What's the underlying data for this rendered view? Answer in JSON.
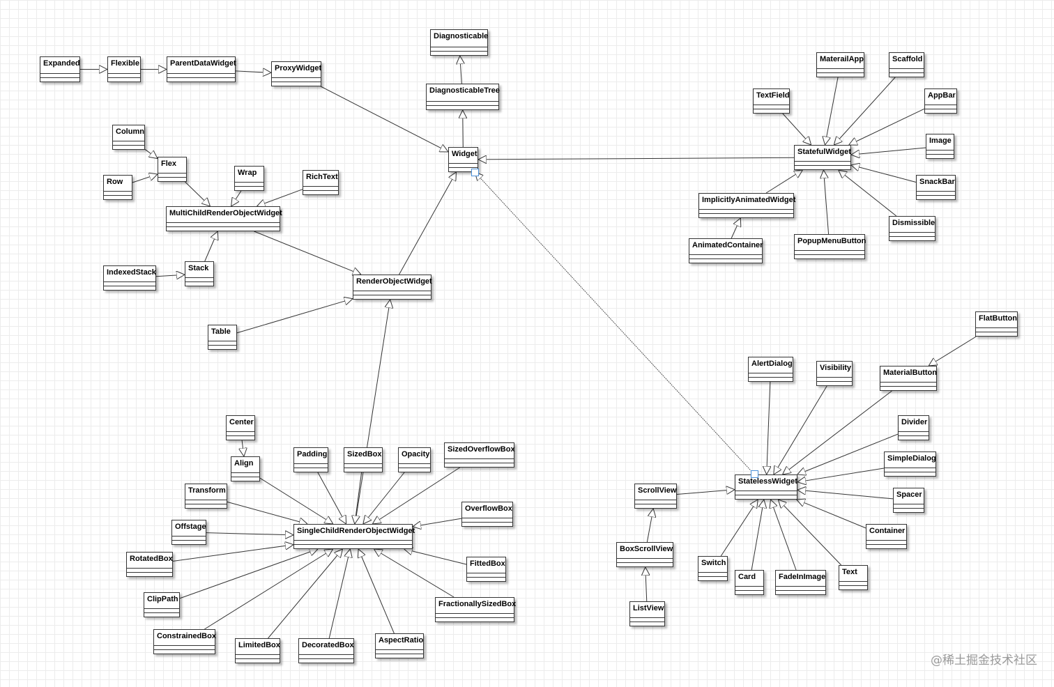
{
  "classes": [
    {
      "id": "Diagnosticable",
      "label": "Diagnosticable"
    },
    {
      "id": "DiagnosticableTree",
      "label": "DiagnosticableTree"
    },
    {
      "id": "Widget",
      "label": "Widget"
    },
    {
      "id": "Expanded",
      "label": "Expanded"
    },
    {
      "id": "Flexible",
      "label": "Flexible"
    },
    {
      "id": "ParentDataWidget",
      "label": "ParentDataWidget"
    },
    {
      "id": "ProxyWidget",
      "label": "ProxyWidget"
    },
    {
      "id": "Column",
      "label": "Column"
    },
    {
      "id": "Flex",
      "label": "Flex"
    },
    {
      "id": "Row",
      "label": "Row"
    },
    {
      "id": "Wrap",
      "label": "Wrap"
    },
    {
      "id": "RichText",
      "label": "RichText"
    },
    {
      "id": "MultiChildRenderObjectWidget",
      "label": "MultiChildRenderObjectWidget"
    },
    {
      "id": "IndexedStack",
      "label": "IndexedStack"
    },
    {
      "id": "Stack",
      "label": "Stack"
    },
    {
      "id": "RenderObjectWidget",
      "label": "RenderObjectWidget"
    },
    {
      "id": "Table",
      "label": "Table"
    },
    {
      "id": "Center",
      "label": "Center"
    },
    {
      "id": "Align",
      "label": "Align"
    },
    {
      "id": "Padding",
      "label": "Padding"
    },
    {
      "id": "SizedBox",
      "label": "SizedBox"
    },
    {
      "id": "Opacity",
      "label": "Opacity"
    },
    {
      "id": "SizedOverflowBox",
      "label": "SizedOverflowBox"
    },
    {
      "id": "Transform",
      "label": "Transform"
    },
    {
      "id": "OverflowBox",
      "label": "OverflowBox"
    },
    {
      "id": "Offstage",
      "label": "Offstage"
    },
    {
      "id": "SingleChildRenderObjectWidget",
      "label": "SingleChildRenderObjectWidget"
    },
    {
      "id": "RotatedBox",
      "label": "RotatedBox"
    },
    {
      "id": "FittedBox",
      "label": "FittedBox"
    },
    {
      "id": "ClipPath",
      "label": "ClipPath"
    },
    {
      "id": "FractionallySizedBox",
      "label": "FractionallySizedBox"
    },
    {
      "id": "ConstrainedBox",
      "label": "ConstrainedBox"
    },
    {
      "id": "LimitedBox",
      "label": "LimitedBox"
    },
    {
      "id": "DecoratedBox",
      "label": "DecoratedBox"
    },
    {
      "id": "AspectRatio",
      "label": "AspectRatio"
    },
    {
      "id": "MaterailApp",
      "label": "MaterailApp"
    },
    {
      "id": "Scaffold",
      "label": "Scaffold"
    },
    {
      "id": "TextField",
      "label": "TextField"
    },
    {
      "id": "AppBar",
      "label": "AppBar"
    },
    {
      "id": "StatefulWidget",
      "label": "StatefulWidget"
    },
    {
      "id": "Image",
      "label": "Image"
    },
    {
      "id": "SnackBar",
      "label": "SnackBar"
    },
    {
      "id": "ImplicitlyAnimatedWidget",
      "label": "ImplicitlyAnimatedWidget"
    },
    {
      "id": "Dismissible",
      "label": "Dismissible"
    },
    {
      "id": "AnimatedContainer",
      "label": "AnimatedContainer"
    },
    {
      "id": "PopupMenuButton",
      "label": "PopupMenuButton"
    },
    {
      "id": "FlatButton",
      "label": "FlatButton"
    },
    {
      "id": "AlertDialog",
      "label": "AlertDialog"
    },
    {
      "id": "Visibility",
      "label": "Visibility"
    },
    {
      "id": "MaterialButton",
      "label": "MaterialButton"
    },
    {
      "id": "Divider",
      "label": "Divider"
    },
    {
      "id": "SimpleDialog",
      "label": "SimpleDialog"
    },
    {
      "id": "ScrollView",
      "label": "ScrollView"
    },
    {
      "id": "StatelessWidget",
      "label": "StatelessWidget"
    },
    {
      "id": "Spacer",
      "label": "Spacer"
    },
    {
      "id": "Container",
      "label": "Container"
    },
    {
      "id": "BoxScrollView",
      "label": "BoxScrollView"
    },
    {
      "id": "Switch",
      "label": "Switch"
    },
    {
      "id": "Card",
      "label": "Card"
    },
    {
      "id": "FadeInImage",
      "label": "FadeInImage"
    },
    {
      "id": "Text",
      "label": "Text"
    },
    {
      "id": "ListView",
      "label": "ListView"
    }
  ],
  "inheritance": [
    [
      "DiagnosticableTree",
      "Diagnosticable"
    ],
    [
      "Widget",
      "DiagnosticableTree"
    ],
    [
      "Expanded",
      "Flexible"
    ],
    [
      "Flexible",
      "ParentDataWidget"
    ],
    [
      "ParentDataWidget",
      "ProxyWidget"
    ],
    [
      "ProxyWidget",
      "Widget"
    ],
    [
      "Column",
      "Flex"
    ],
    [
      "Row",
      "Flex"
    ],
    [
      "Flex",
      "MultiChildRenderObjectWidget"
    ],
    [
      "Wrap",
      "MultiChildRenderObjectWidget"
    ],
    [
      "RichText",
      "MultiChildRenderObjectWidget"
    ],
    [
      "Stack",
      "MultiChildRenderObjectWidget"
    ],
    [
      "IndexedStack",
      "Stack"
    ],
    [
      "MultiChildRenderObjectWidget",
      "RenderObjectWidget"
    ],
    [
      "Table",
      "RenderObjectWidget"
    ],
    [
      "RenderObjectWidget",
      "Widget"
    ],
    [
      "SingleChildRenderObjectWidget",
      "RenderObjectWidget"
    ],
    [
      "Center",
      "Align"
    ],
    [
      "Align",
      "SingleChildRenderObjectWidget"
    ],
    [
      "Padding",
      "SingleChildRenderObjectWidget"
    ],
    [
      "SizedBox",
      "SingleChildRenderObjectWidget"
    ],
    [
      "Opacity",
      "SingleChildRenderObjectWidget"
    ],
    [
      "SizedOverflowBox",
      "SingleChildRenderObjectWidget"
    ],
    [
      "Transform",
      "SingleChildRenderObjectWidget"
    ],
    [
      "OverflowBox",
      "SingleChildRenderObjectWidget"
    ],
    [
      "Offstage",
      "SingleChildRenderObjectWidget"
    ],
    [
      "RotatedBox",
      "SingleChildRenderObjectWidget"
    ],
    [
      "FittedBox",
      "SingleChildRenderObjectWidget"
    ],
    [
      "ClipPath",
      "SingleChildRenderObjectWidget"
    ],
    [
      "FractionallySizedBox",
      "SingleChildRenderObjectWidget"
    ],
    [
      "ConstrainedBox",
      "SingleChildRenderObjectWidget"
    ],
    [
      "LimitedBox",
      "SingleChildRenderObjectWidget"
    ],
    [
      "DecoratedBox",
      "SingleChildRenderObjectWidget"
    ],
    [
      "AspectRatio",
      "SingleChildRenderObjectWidget"
    ],
    [
      "StatefulWidget",
      "Widget"
    ],
    [
      "MaterailApp",
      "StatefulWidget"
    ],
    [
      "Scaffold",
      "StatefulWidget"
    ],
    [
      "TextField",
      "StatefulWidget"
    ],
    [
      "AppBar",
      "StatefulWidget"
    ],
    [
      "Image",
      "StatefulWidget"
    ],
    [
      "SnackBar",
      "StatefulWidget"
    ],
    [
      "Dismissible",
      "StatefulWidget"
    ],
    [
      "PopupMenuButton",
      "StatefulWidget"
    ],
    [
      "ImplicitlyAnimatedWidget",
      "StatefulWidget"
    ],
    [
      "AnimatedContainer",
      "ImplicitlyAnimatedWidget"
    ],
    [
      "StatelessWidget",
      "Widget"
    ],
    [
      "FlatButton",
      "MaterialButton"
    ],
    [
      "MaterialButton",
      "StatelessWidget"
    ],
    [
      "AlertDialog",
      "StatelessWidget"
    ],
    [
      "Visibility",
      "StatelessWidget"
    ],
    [
      "Divider",
      "StatelessWidget"
    ],
    [
      "SimpleDialog",
      "StatelessWidget"
    ],
    [
      "Spacer",
      "StatelessWidget"
    ],
    [
      "Container",
      "StatelessWidget"
    ],
    [
      "Text",
      "StatelessWidget"
    ],
    [
      "FadeInImage",
      "StatelessWidget"
    ],
    [
      "Card",
      "StatelessWidget"
    ],
    [
      "Switch",
      "StatelessWidget"
    ],
    [
      "ScrollView",
      "StatelessWidget"
    ],
    [
      "BoxScrollView",
      "ScrollView"
    ],
    [
      "ListView",
      "BoxScrollView"
    ]
  ],
  "colors": {
    "line": "#333333",
    "selection": "#4a90d9",
    "grid": "#ececec"
  },
  "watermark": "@稀土掘金技术社区"
}
